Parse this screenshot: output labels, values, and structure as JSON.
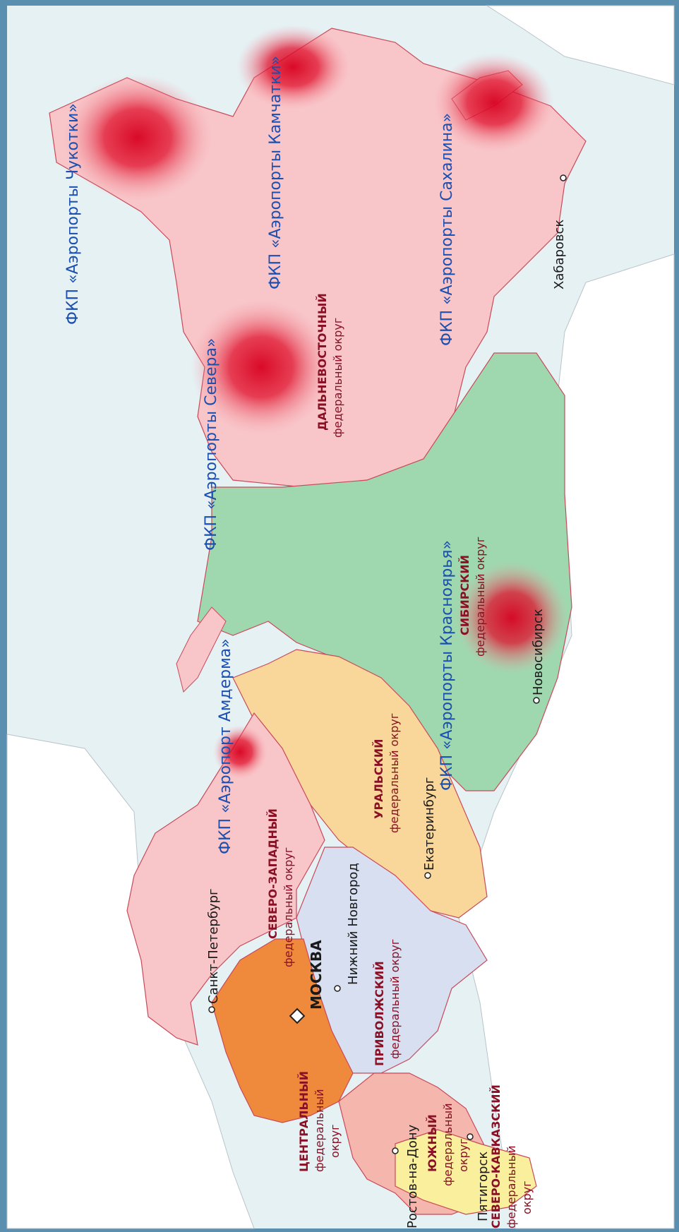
{
  "map": {
    "colors": {
      "sea": "#e6f1f4",
      "foreign_land": "#ffffff",
      "border": "#5a8fb0",
      "far_east": "#f8c5c8",
      "siberian": "#9fd8ae",
      "ural": "#f9d79a",
      "volga": "#d7dff0",
      "central": "#ef8a3c",
      "northwest": "#f8c5c8",
      "southern": "#f5b6ad",
      "caucasus": "#f9ef9c",
      "hotspot": "#d8001f",
      "airport_label": "#1b4fb0",
      "district_label": "#8a1025",
      "city_label": "#1a1a1a"
    },
    "airport_groups": [
      "ФКП «Аэропорты Чукотки»",
      "ФКП «Аэропорты Камчатки»",
      "ФКП «Аэропорты Сахалина»",
      "ФКП «Аэропорты Севера»",
      "ФКП «Аэропорт Амдерма»",
      "ФКП «Аэропорты Красноярья»"
    ],
    "districts": [
      {
        "line1": "ДАЛЬНЕВОСТОЧНЫЙ",
        "line2": "федеральный округ"
      },
      {
        "line1": "СИБИРСКИЙ",
        "line2": "федеральный округ"
      },
      {
        "line1": "УРАЛЬСКИЙ",
        "line2": "федеральный округ"
      },
      {
        "line1": "СЕВЕРО-ЗАПАДНЫЙ",
        "line2": "федеральный округ"
      },
      {
        "line1": "ПРИВОЛЖСКИЙ",
        "line2": "федеральный округ"
      },
      {
        "line1": "ЦЕНТРАЛЬНЫЙ",
        "line2": "федеральный",
        "line3": "округ"
      },
      {
        "line1": "ЮЖНЫЙ",
        "line2": "федеральный",
        "line3": "округ"
      },
      {
        "line1": "СЕВЕРО-КАВКАЗСКИЙ",
        "line2": "федеральный",
        "line3": "округ"
      }
    ],
    "cities": [
      "Хабаровск",
      "Новосибирск",
      "Екатеринбург",
      "Нижний Новгород",
      "Санкт-Петербург",
      "МОСКВА",
      "Ростов-на-Дону",
      "Пятигорск"
    ]
  }
}
